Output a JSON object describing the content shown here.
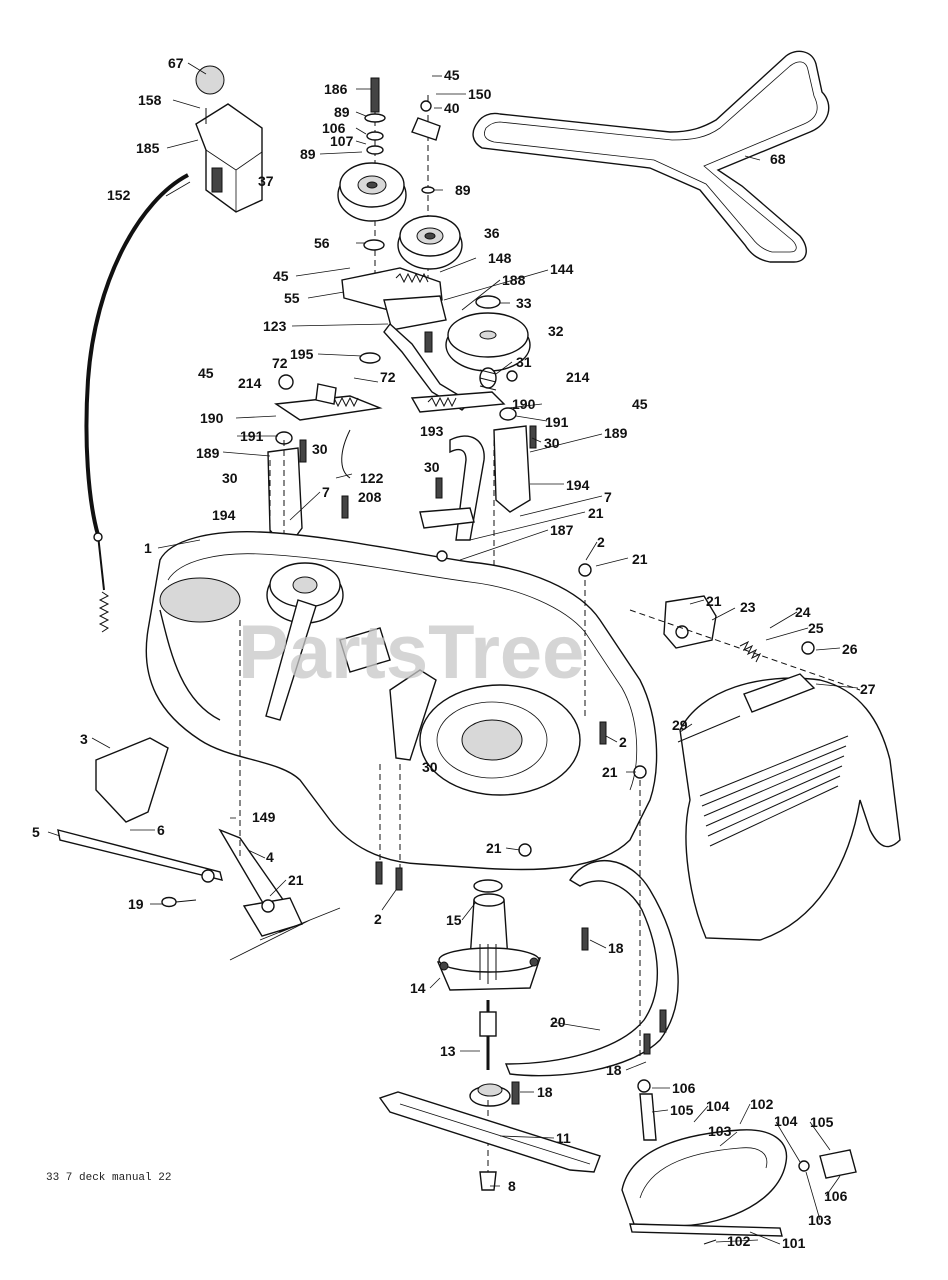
{
  "diagram": {
    "watermark": "PartsTree",
    "caption": "33 7 deck manual 22",
    "labels": [
      {
        "id": "67",
        "text": "67"
      },
      {
        "id": "158",
        "text": "158"
      },
      {
        "id": "185",
        "text": "185"
      },
      {
        "id": "152",
        "text": "152"
      },
      {
        "id": "186",
        "text": "186"
      },
      {
        "id": "89a",
        "text": "89"
      },
      {
        "id": "106",
        "text": "106"
      },
      {
        "id": "107",
        "text": "107"
      },
      {
        "id": "89b",
        "text": "89"
      },
      {
        "id": "37",
        "text": "37"
      },
      {
        "id": "45a",
        "text": "45"
      },
      {
        "id": "150",
        "text": "150"
      },
      {
        "id": "40",
        "text": "40"
      },
      {
        "id": "89c",
        "text": "89"
      },
      {
        "id": "68",
        "text": "68"
      },
      {
        "id": "36",
        "text": "36"
      },
      {
        "id": "56",
        "text": "56"
      },
      {
        "id": "45b",
        "text": "45"
      },
      {
        "id": "148",
        "text": "148"
      },
      {
        "id": "144",
        "text": "144"
      },
      {
        "id": "188",
        "text": "188"
      },
      {
        "id": "55",
        "text": "55"
      },
      {
        "id": "33",
        "text": "33"
      },
      {
        "id": "123",
        "text": "123"
      },
      {
        "id": "32",
        "text": "32"
      },
      {
        "id": "195",
        "text": "195"
      },
      {
        "id": "72a",
        "text": "72"
      },
      {
        "id": "31",
        "text": "31"
      },
      {
        "id": "45c",
        "text": "45"
      },
      {
        "id": "214a",
        "text": "214"
      },
      {
        "id": "72b",
        "text": "72"
      },
      {
        "id": "214b",
        "text": "214"
      },
      {
        "id": "190a",
        "text": "190"
      },
      {
        "id": "190b",
        "text": "190"
      },
      {
        "id": "45d",
        "text": "45"
      },
      {
        "id": "191a",
        "text": "191"
      },
      {
        "id": "191b",
        "text": "191"
      },
      {
        "id": "193",
        "text": "193"
      },
      {
        "id": "30a",
        "text": "30"
      },
      {
        "id": "189a",
        "text": "189"
      },
      {
        "id": "30b",
        "text": "30"
      },
      {
        "id": "189b",
        "text": "189"
      },
      {
        "id": "30c",
        "text": "30"
      },
      {
        "id": "122",
        "text": "122"
      },
      {
        "id": "30d",
        "text": "30"
      },
      {
        "id": "194a",
        "text": "194"
      },
      {
        "id": "7a",
        "text": "7"
      },
      {
        "id": "208",
        "text": "208"
      },
      {
        "id": "7b",
        "text": "7"
      },
      {
        "id": "194b",
        "text": "194"
      },
      {
        "id": "21a",
        "text": "21"
      },
      {
        "id": "187",
        "text": "187"
      },
      {
        "id": "1",
        "text": "1"
      },
      {
        "id": "2a",
        "text": "2"
      },
      {
        "id": "21b",
        "text": "21"
      },
      {
        "id": "21c",
        "text": "21"
      },
      {
        "id": "23",
        "text": "23"
      },
      {
        "id": "24",
        "text": "24"
      },
      {
        "id": "25",
        "text": "25"
      },
      {
        "id": "26",
        "text": "26"
      },
      {
        "id": "27",
        "text": "27"
      },
      {
        "id": "29",
        "text": "29"
      },
      {
        "id": "3",
        "text": "3"
      },
      {
        "id": "2b",
        "text": "2"
      },
      {
        "id": "21d",
        "text": "21"
      },
      {
        "id": "30e",
        "text": "30"
      },
      {
        "id": "149",
        "text": "149"
      },
      {
        "id": "5",
        "text": "5"
      },
      {
        "id": "6",
        "text": "6"
      },
      {
        "id": "4",
        "text": "4"
      },
      {
        "id": "21e",
        "text": "21"
      },
      {
        "id": "21f",
        "text": "21"
      },
      {
        "id": "19",
        "text": "19"
      },
      {
        "id": "2c",
        "text": "2"
      },
      {
        "id": "15",
        "text": "15"
      },
      {
        "id": "18a",
        "text": "18"
      },
      {
        "id": "14",
        "text": "14"
      },
      {
        "id": "20",
        "text": "20"
      },
      {
        "id": "13",
        "text": "13"
      },
      {
        "id": "18b",
        "text": "18"
      },
      {
        "id": "106b",
        "text": "106"
      },
      {
        "id": "18c",
        "text": "18"
      },
      {
        "id": "105a",
        "text": "105"
      },
      {
        "id": "104a",
        "text": "104"
      },
      {
        "id": "102a",
        "text": "102"
      },
      {
        "id": "103a",
        "text": "103"
      },
      {
        "id": "104b",
        "text": "104"
      },
      {
        "id": "105b",
        "text": "105"
      },
      {
        "id": "11",
        "text": "11"
      },
      {
        "id": "106c",
        "text": "106"
      },
      {
        "id": "103b",
        "text": "103"
      },
      {
        "id": "8",
        "text": "8"
      },
      {
        "id": "102b",
        "text": "102"
      },
      {
        "id": "101",
        "text": "101"
      }
    ]
  }
}
